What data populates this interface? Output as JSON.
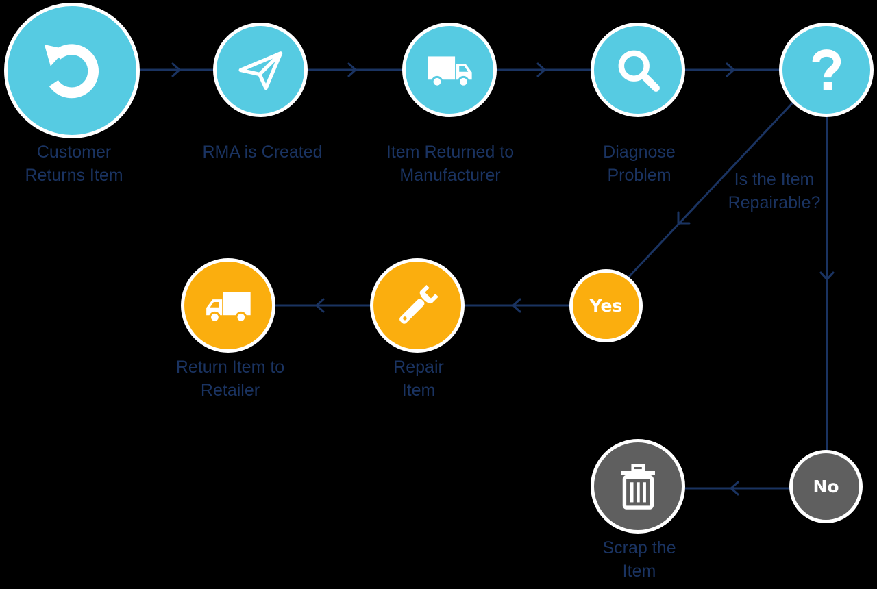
{
  "colors": {
    "process_node": "#56cbe2",
    "repair_path_node": "#fbae0e",
    "scrap_path_node": "#5f5f5f",
    "connector": "#1a3361",
    "label_text": "#1a3361",
    "background": "#000000"
  },
  "nodes": {
    "customer_returns": {
      "icon": "undo-arrow-icon",
      "label": [
        "Customer",
        "Returns Item"
      ]
    },
    "rma_created": {
      "icon": "paper-plane-icon",
      "label": [
        "RMA is Created"
      ]
    },
    "item_returned": {
      "icon": "truck-icon",
      "label": [
        "Item Returned to",
        "Manufacturer"
      ]
    },
    "diagnose": {
      "icon": "magnifier-icon",
      "label": [
        "Diagnose",
        "Problem"
      ]
    },
    "decision": {
      "icon": "question-mark-icon",
      "label": [
        "Is the Item",
        "Repairable?"
      ]
    },
    "yes": {
      "text": "Yes"
    },
    "repair": {
      "icon": "wrench-icon",
      "label": [
        "Repair",
        "Item"
      ]
    },
    "return_retailer": {
      "icon": "truck-icon",
      "label": [
        "Return Item to",
        "Retailer"
      ]
    },
    "no": {
      "text": "No"
    },
    "scrap": {
      "icon": "trash-can-icon",
      "label": [
        "Scrap the",
        "Item"
      ]
    }
  }
}
